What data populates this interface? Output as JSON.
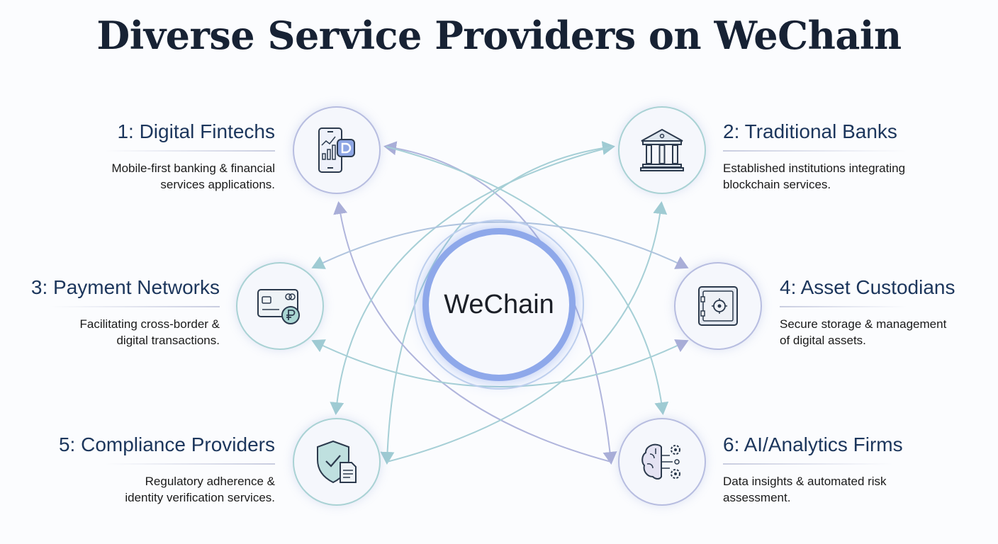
{
  "title": "Diverse Service Providers on WeChain",
  "center": {
    "label": "WeChain"
  },
  "providers": [
    {
      "heading": "1: Digital Fintechs",
      "desc_line1": "Mobile-first banking & financial",
      "desc_line2": "services applications.",
      "icon": "mobile-chart-icon"
    },
    {
      "heading": "2: Traditional Banks",
      "desc_line1": "Established institutions integrating",
      "desc_line2": "blockchain services.",
      "icon": "bank-icon"
    },
    {
      "heading": "3: Payment Networks",
      "desc_line1": "Facilitating cross-border &",
      "desc_line2": "digital transactions.",
      "icon": "credit-card-icon"
    },
    {
      "heading": "4: Asset Custodians",
      "desc_line1": "Secure storage & management",
      "desc_line2": "of digital assets.",
      "icon": "vault-icon"
    },
    {
      "heading": "5: Compliance Providers",
      "desc_line1": "Regulatory adherence &",
      "desc_line2": "identity verification services.",
      "icon": "shield-document-icon"
    },
    {
      "heading": "6: AI/Analytics Firms",
      "desc_line1": "Data insights & automated risk",
      "desc_line2": "assessment.",
      "icon": "brain-gears-icon"
    }
  ],
  "colors": {
    "purple": "#a9aed8",
    "teal": "#9fcbd3",
    "heading": "#1c365c"
  }
}
